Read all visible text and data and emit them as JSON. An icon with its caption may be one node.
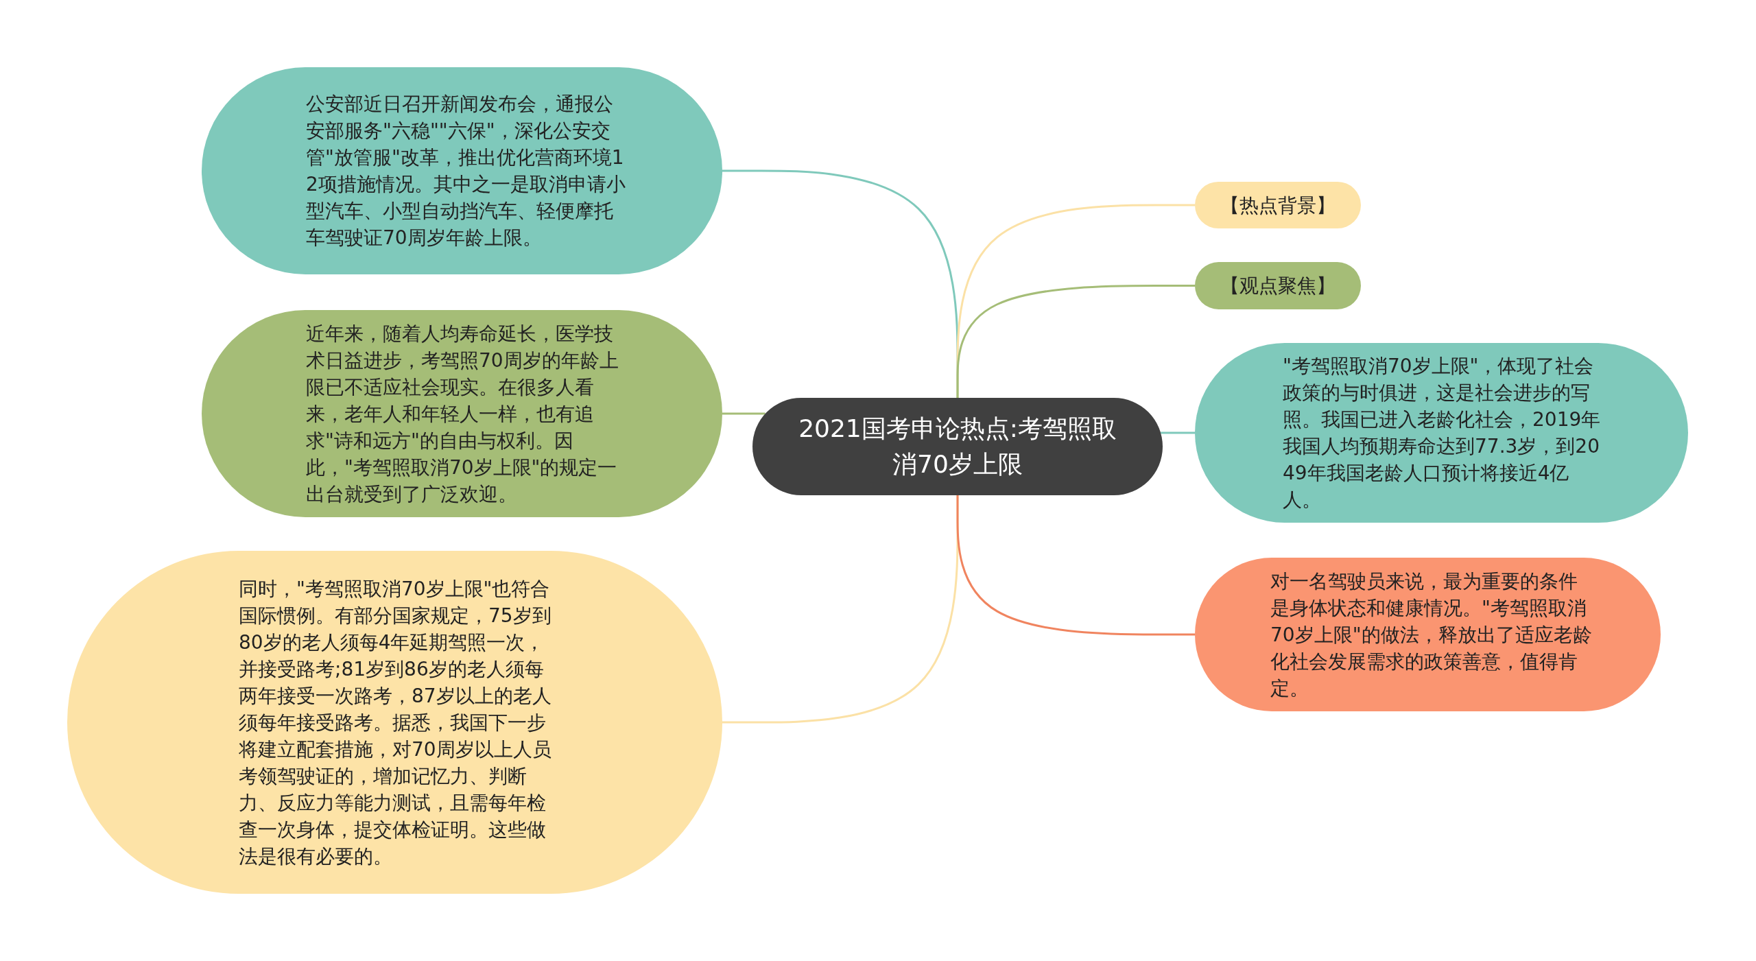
{
  "diagram": {
    "nodes": [
      {
        "text": [
          "2021国考申论热点:考驾照取消70岁上限"
        ]
      },
      {
        "text": [
          "公安部近日召开新闻发布会，通报公安部服务\"六稳\"\"六保\"，深化公安交管\"放管服\"改革，推出优化营商环境12项措施情况。其中之一是取消申请小型汽车、小型自动挡汽车、轻便摩托车驾驶证70周岁年龄上限。"
        ]
      },
      {
        "text": [
          "近年来，随着人均寿命延长，医学技术日益进步，考驾照70周岁的年龄上限已不适应社会现实。在很多人看来，老年人和年轻人一样，也有追求\"诗和远方\"的自由与权利。因此，\"考驾照取消70岁上限\"的规定一出台就受到了广泛欢迎。"
        ]
      },
      {
        "text": [
          "同时，\"考驾照取消70岁上限\"也符合国际惯例。有部分国家规定，75岁到80岁的老人须每4年延期驾照一次，并接受路考;81岁到86岁的老人须每两年接受一次路考，87岁以上的老人须每年接受路考。据悉，我国下一步将建立配套措施，对70周岁以上人员考领驾驶证的，增加记忆力、判断力、反应力等能力测试，且需每年检查一次身体，提交体检证明。这些做法是很有必要的。"
        ]
      },
      {
        "text": [
          "【热点背景】"
        ]
      },
      {
        "text": [
          "【观点聚焦】"
        ]
      },
      {
        "text": [
          "\"考驾照取消70岁上限\"，体现了社会政策的与时俱进，这是社会进步的写照。我国已进入老龄化社会，2019年我国人均预期寿命达到77.3岁，到2049年我国老龄人口预计将接近4亿人。"
        ]
      },
      {
        "text": [
          "对一名驾驶员来说，最为重要的条件是身体状态和健康情况。\"考驾照取消70岁上限\"的做法，释放出了适应老龄化社会发展需求的政策善意，值得肯定。"
        ]
      }
    ],
    "edges": [
      {
        "from": 0,
        "to": 1,
        "arrow": "none",
        "color": "#7fc9bb"
      },
      {
        "from": 0,
        "to": 2,
        "arrow": "none",
        "color": "#a5bd77"
      },
      {
        "from": 0,
        "to": 3,
        "arrow": "none",
        "color": "#fbe1a6"
      },
      {
        "from": 0,
        "to": 4,
        "arrow": "none",
        "color": "#fbe1a6"
      },
      {
        "from": 0,
        "to": 5,
        "arrow": "none",
        "color": "#a5bd77"
      },
      {
        "from": 0,
        "to": 6,
        "arrow": "none",
        "color": "#7fc9bb"
      },
      {
        "from": 0,
        "to": 7,
        "arrow": "none",
        "color": "#f0845f"
      }
    ]
  }
}
